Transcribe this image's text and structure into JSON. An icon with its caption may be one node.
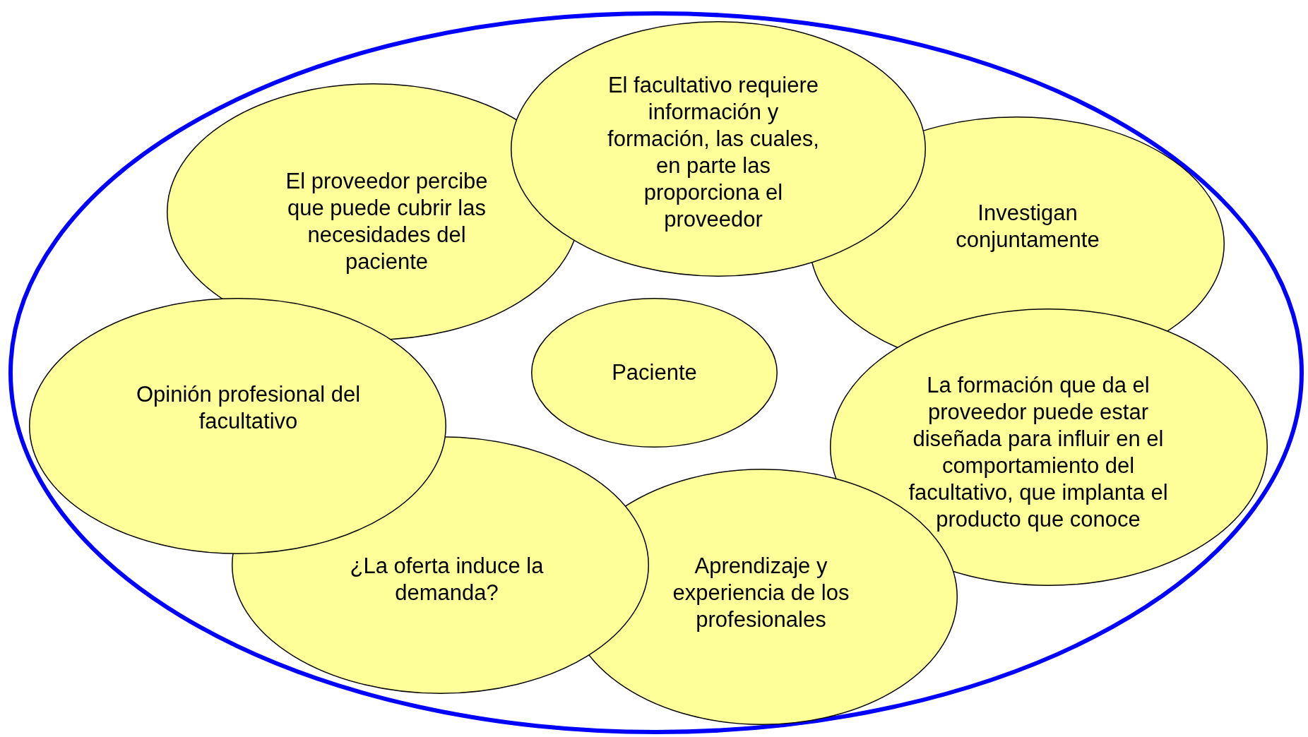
{
  "diagram": {
    "nodes": [
      {
        "text": [],
        "shape": "ellipse"
      },
      {
        "text": [
          "El proveedor percibe que puede cubrir las necesidades del paciente"
        ],
        "in": 0
      },
      {
        "text": [
          "El facultativo requiere información y formación, las cuales, en parte las proporciona el proveedor"
        ],
        "in": 0
      },
      {
        "text": [
          "Investigan conjuntamente"
        ],
        "in": 0
      },
      {
        "text": [
          "Opinión profesional del facultativo"
        ],
        "in": 0
      },
      {
        "text": [
          "Paciente"
        ],
        "in": 0
      },
      {
        "text": [
          "La formación que da el proveedor puede estar diseñada para influir en el comportamiento del facultativo, que implanta el producto que conoce"
        ],
        "in": 0
      },
      {
        "text": [
          "¿La oferta induce la demanda?"
        ],
        "in": 0
      },
      {
        "text": [
          "Aprendizaje y experiencia de los profesionales"
        ],
        "in": 0
      }
    ]
  }
}
